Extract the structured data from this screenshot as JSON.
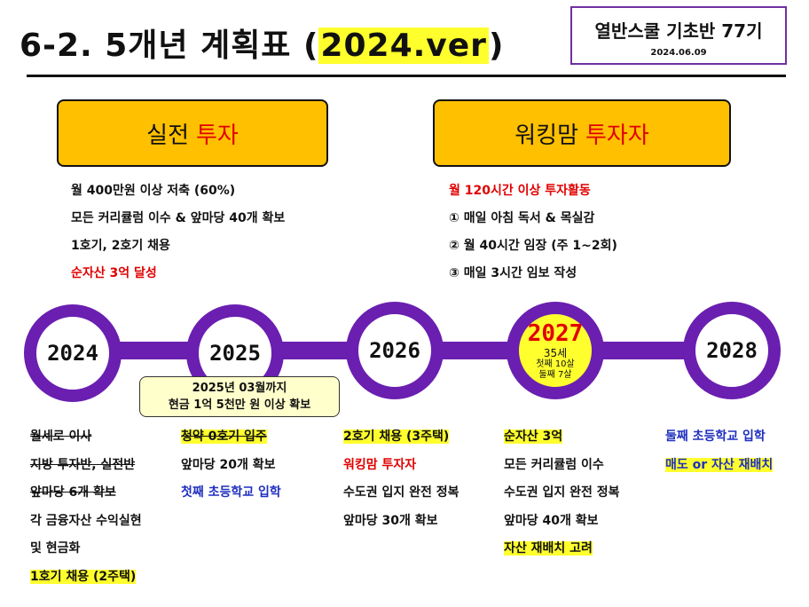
{
  "title": {
    "main": "6-2. 5개년 계획표 (",
    "highlight": "2024.ver",
    "close": ")"
  },
  "badge": {
    "name": "열반스쿨 기초반 77기",
    "date": "2024.06.09"
  },
  "goals": [
    {
      "prefix": "실전",
      "accent": "투자"
    },
    {
      "prefix": "워킹맘",
      "accent": "투자자"
    }
  ],
  "left_list": [
    "월 400만원 이상 저축 (60%)",
    "모든 커리큘럼 이수 & 앞마당 40개 확보",
    "1호기, 2호기 채용",
    "순자산 3억 달성"
  ],
  "right_list": [
    "월 120시간 이상 투자활동",
    "① 매일 아침 독서 & 목실감",
    "② 월 40시간 임장 (주 1~2회)",
    "③ 매일 3시간 임보 작성"
  ],
  "years": [
    {
      "year": "2024"
    },
    {
      "year": "2025"
    },
    {
      "year": "2026"
    },
    {
      "year": "2027",
      "age": "35세",
      "kid1": "첫째 10살",
      "kid2": "둘째 7살"
    },
    {
      "year": "2028"
    }
  ],
  "note": {
    "line1": "2025년 03월까지",
    "line2": "현금 1억 5천만 원 이상 확보"
  },
  "col2024": [
    "월세로 이사",
    "지방 투자반, 실전반",
    "앞마당 6개 확보",
    "각 금융자산 수익실현",
    "및 현금화",
    "1호기 채용 (2주택)"
  ],
  "col2025": [
    "청약 0호기 입주",
    "앞마당 20개 확보",
    "첫째 초등학교 입학"
  ],
  "col2026": [
    "2호기 채용 (3주택)",
    "워킹맘 투자자",
    "수도권 입지 완전 정복",
    "앞마당 30개 확보"
  ],
  "col2027": [
    "순자산 3억",
    "모든 커리큘럼 이수",
    "수도권 입지 완전 정복",
    "앞마당 40개 확보",
    "자산 재배치 고려"
  ],
  "col2028": [
    "둘째 초등학교 입학",
    "매도 or 자산 재배치"
  ],
  "colors": {
    "timeline": "#6a1fb0",
    "goal_box": "#ffc000",
    "highlight": "#ffff2e",
    "red": "#e00000",
    "blue": "#1f2fbf"
  }
}
